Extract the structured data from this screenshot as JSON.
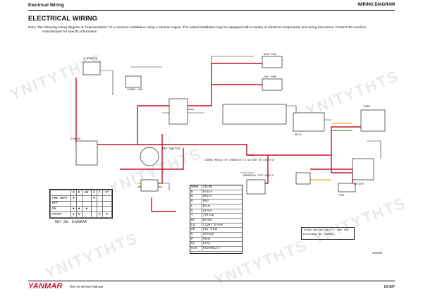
{
  "header": {
    "left": "Electrical Wiring",
    "right": "WIRING DIAGRAM"
  },
  "title": "ELECTRICAL WIRING",
  "note": {
    "line1": "Note:  The following wiring diagram is \"representative\" of a common installation using a Yanmar engine. The actual installation may be equipped with a variety of electrical components and wiring harnesses. Contact the machine",
    "line2": "manufacturer for specific information."
  },
  "diagram_labels": {
    "key_switch": "KEY SWITCH*",
    "charge_lamp": "CHARGE LAMP",
    "charge_module": "CHARGE MODULE OR CONNECTED TO BATTERY OR DIRECTLY",
    "emergency": "EMERGENCY STOP SWITCH",
    "timer": "TIMER",
    "glow": "GLOW PLUG",
    "starter": "STARTER",
    "fuel_pump": "FUEL PUMP",
    "fuse": "FUSE",
    "battery": "BATTERY",
    "alternator": "ALTERNATOR",
    "relay": "RELAY",
    "dash_no": "30A0085"
  },
  "key_switch_table": {
    "headers": [
      "",
      "B",
      "R",
      "BR",
      "G",
      "C",
      "ST"
    ],
    "rows": [
      "PRE-HEAT",
      "OFF",
      "ON",
      "START"
    ],
    "caption": "KEY SW. DIAGRAM"
  },
  "legend": {
    "headers": [
      "MARK",
      "COLOR"
    ],
    "rows": [
      [
        "B",
        "Black"
      ],
      [
        "W",
        "White"
      ],
      [
        "R",
        "Red"
      ],
      [
        "L",
        "Blue"
      ],
      [
        "G",
        "Green"
      ],
      [
        "Y",
        "Yellow"
      ],
      [
        "Br",
        "Brown"
      ],
      [
        "Lg",
        "Light Green"
      ],
      [
        "Sb",
        "Sky blue"
      ],
      [
        "O",
        "Orange"
      ],
      [
        "P",
        "Pink"
      ],
      [
        "Gy",
        "Gray"
      ],
      [
        "R/W",
        "Red/White"
      ]
    ]
  },
  "box_note": "Items marked with * are not provided by Yanmar.",
  "footer": {
    "brand": "YANMAR",
    "manual": "TNV DI Service Manual",
    "page": "15-107"
  },
  "watermark": "YNITYTHTS",
  "colors": {
    "wire_red": "#c8102e",
    "brand": "#c8102e"
  }
}
